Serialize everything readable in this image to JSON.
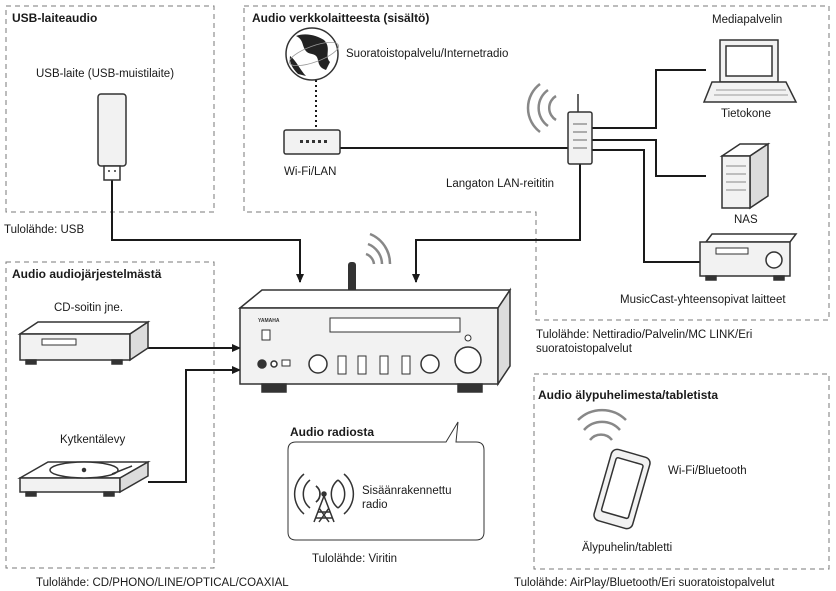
{
  "sections": {
    "usb": {
      "title": "USB-laiteaudio",
      "device": "USB-laite (USB-muistilaite)",
      "source": "Tulolähde: USB"
    },
    "network": {
      "title": "Audio verkkolaitteesta (sisältö)",
      "streaming": "Suoratoistopalvelu/Internetradio",
      "wifi_lan": "Wi-Fi/LAN",
      "router": "Langaton LAN-reititin",
      "media_server": "Mediapalvelin",
      "computer": "Tietokone",
      "nas": "NAS",
      "musiccast": "MusicCast-yhteensopivat laitteet",
      "source": "Tulolähde: Nettiradio/Palvelin/MC LINK/Eri suoratoistopalvelut"
    },
    "audio_system": {
      "title": "Audio audiojärjestelmästä",
      "cd": "CD-soitin jne.",
      "turntable": "Kytkentälevy",
      "source": "Tulolähde: CD/PHONO/LINE/OPTICAL/COAXIAL"
    },
    "radio": {
      "title": "Audio radiosta",
      "builtin": "Sisäänrakennettu radio",
      "source": "Tulolähde: Viritin"
    },
    "smartphone": {
      "title": "Audio älypuhelimesta/tabletista",
      "wireless": "Wi-Fi/Bluetooth",
      "device": "Älypuhelin/tabletti",
      "source": "Tulolähde: AirPlay/Bluetooth/Eri suoratoistopalvelut"
    }
  },
  "receiver": {
    "brand": "YAMAHA"
  },
  "colors": {
    "line": "#1a1a1a",
    "dash": "#7a7a7a",
    "device_fill": "#f2f2f2",
    "device_stroke": "#333333"
  }
}
